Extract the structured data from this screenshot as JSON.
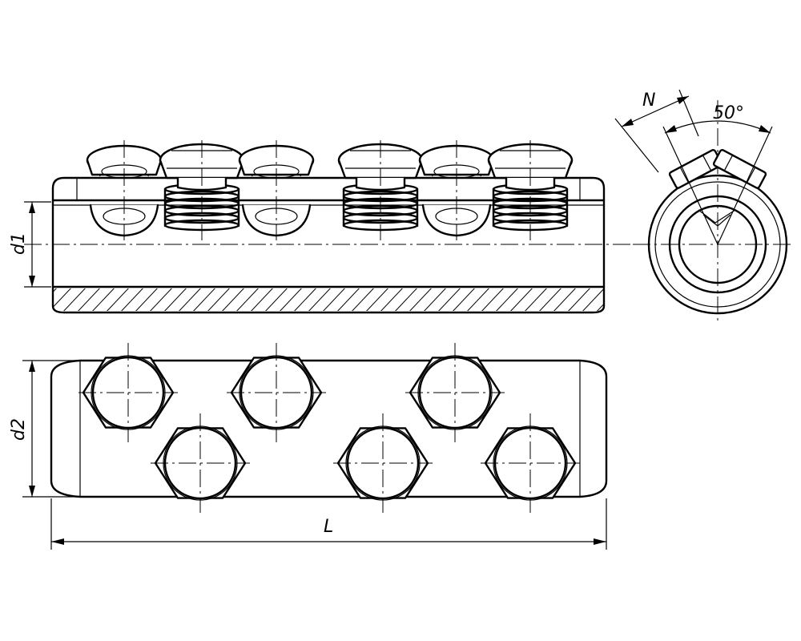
{
  "labels": {
    "d1": "d1",
    "d2": "d2",
    "L": "L",
    "N": "N",
    "angle": "50°"
  }
}
